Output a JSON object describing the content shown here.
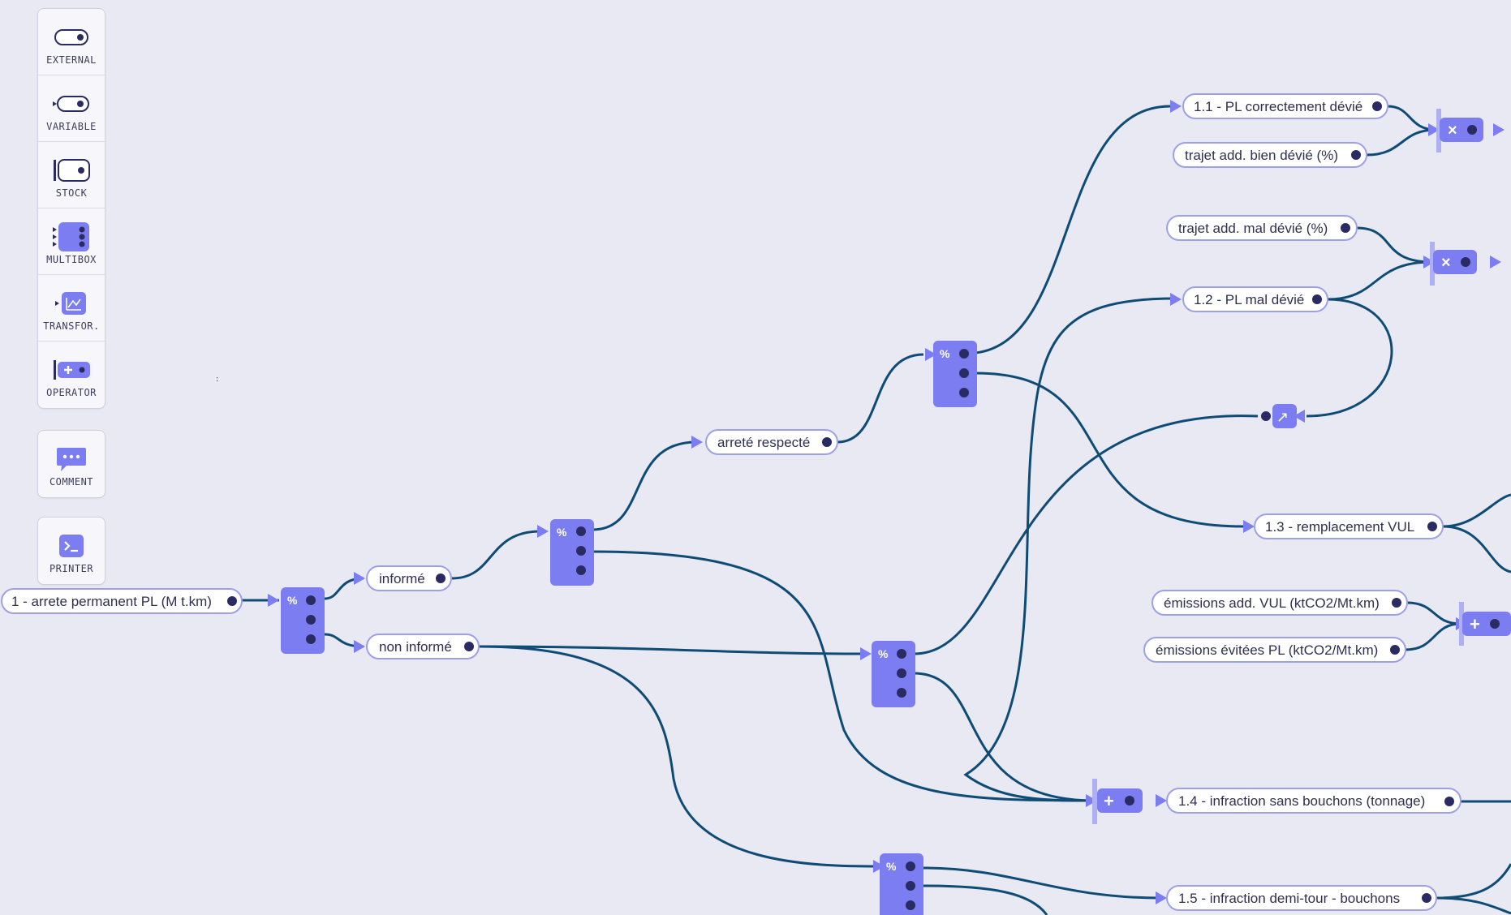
{
  "palette": {
    "items": [
      {
        "name": "palette-external",
        "icon": "toggle-icon",
        "label": "EXTERNAL"
      },
      {
        "name": "palette-variable",
        "icon": "variable-icon",
        "label": "VARIABLE"
      },
      {
        "name": "palette-stock",
        "icon": "stock-icon",
        "label": "STOCK"
      },
      {
        "name": "palette-multibox",
        "icon": "multibox-icon",
        "label": "MULTIBOX"
      },
      {
        "name": "palette-transform",
        "icon": "chart-icon",
        "label": "TRANSFOR."
      },
      {
        "name": "palette-operator",
        "icon": "plus-icon",
        "label": "OPERATOR"
      }
    ],
    "comment": {
      "icon": "speech-bubble-icon",
      "label": "COMMENT"
    },
    "printer": {
      "icon": "terminal-icon",
      "label": "PRINTER"
    }
  },
  "nodes": {
    "n1": "1 - arrete permanent PL (M t.km)",
    "informe": "informé",
    "non_informe": "non informé",
    "arrete_respecte": "arreté respecté",
    "n1_1": "1.1 - PL correctement dévié",
    "trajet_bien": "trajet add. bien dévié (%)",
    "trajet_mal": "trajet add. mal dévié (%)",
    "n1_2": "1.2 - PL mal dévié",
    "n1_3": "1.3 - remplacement VUL",
    "emissions_vul": "émissions add. VUL (ktCO2/Mt.km)",
    "emissions_pl": "émissions évitées PL (ktCO2/Mt.km)",
    "n1_4": "1.4 - infraction sans bouchons (tonnage)",
    "n1_5": "1.5 - infraction demi-tour - bouchons"
  },
  "operators": {
    "split": "%",
    "multiply": "×",
    "add": "+",
    "transform": "↗"
  },
  "colors": {
    "background": "#e9e9f3",
    "node_fill": "#7b7df0",
    "node_dark": "#2b2b63",
    "edge": "#0f4c75",
    "pill_border": "#9da0e8"
  }
}
